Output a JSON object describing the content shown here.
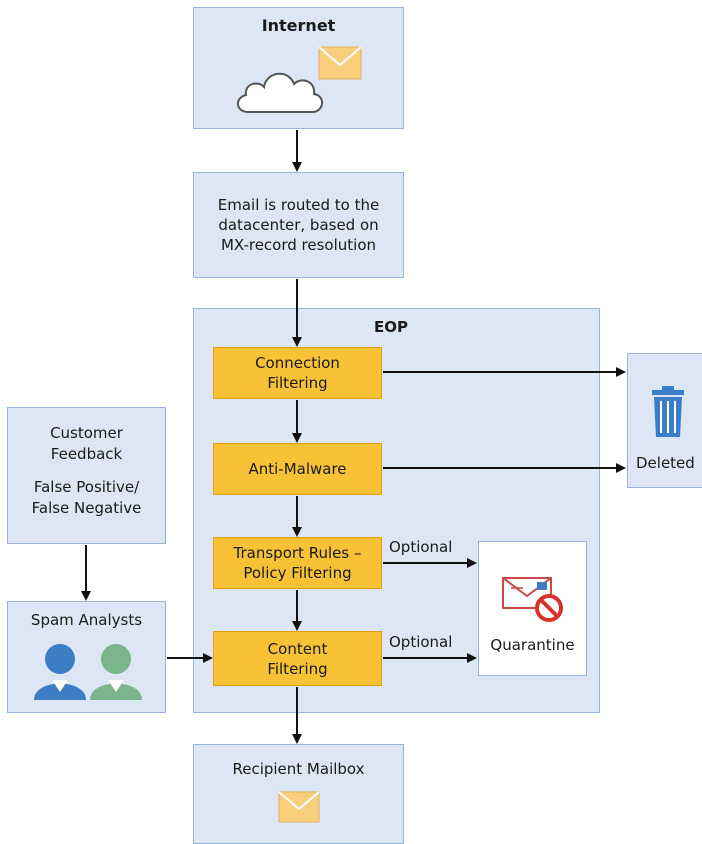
{
  "internet": {
    "title": "Internet"
  },
  "routing": {
    "line1": "Email is routed to the",
    "line2": "datacenter, based on",
    "line3": "MX-record resolution"
  },
  "eop": {
    "title": "EOP",
    "connection_filtering": {
      "line1": "Connection",
      "line2": "Filtering"
    },
    "anti_malware": "Anti-Malware",
    "transport_rules": {
      "line1": "Transport Rules –",
      "line2": "Policy Filtering"
    },
    "content_filtering": {
      "line1": "Content",
      "line2": "Filtering"
    }
  },
  "deleted": "Deleted",
  "quarantine": "Quarantine",
  "optional_labels": [
    "Optional",
    "Optional"
  ],
  "customer_feedback": {
    "line1": "Customer",
    "line2": "Feedback",
    "line3": "False Positive/",
    "line4": "False Negative"
  },
  "spam_analysts": "Spam Analysts",
  "recipient_mailbox": "Recipient Mailbox",
  "colors": {
    "box_fill": "#dce6f4",
    "box_border": "#98b4dc",
    "filter_fill": "#f8c236",
    "filter_border": "#e39e16",
    "envelope": "#f9cf7e",
    "user_blue": "#3e7cc4",
    "user_green": "#7ab58c",
    "trash_blue": "#3b7dc8",
    "no_sign_red": "#d9302a"
  },
  "icons": [
    "cloud-icon",
    "envelope-icon",
    "trash-icon",
    "quarantine-icon",
    "user-icon",
    "envelope-icon"
  ]
}
